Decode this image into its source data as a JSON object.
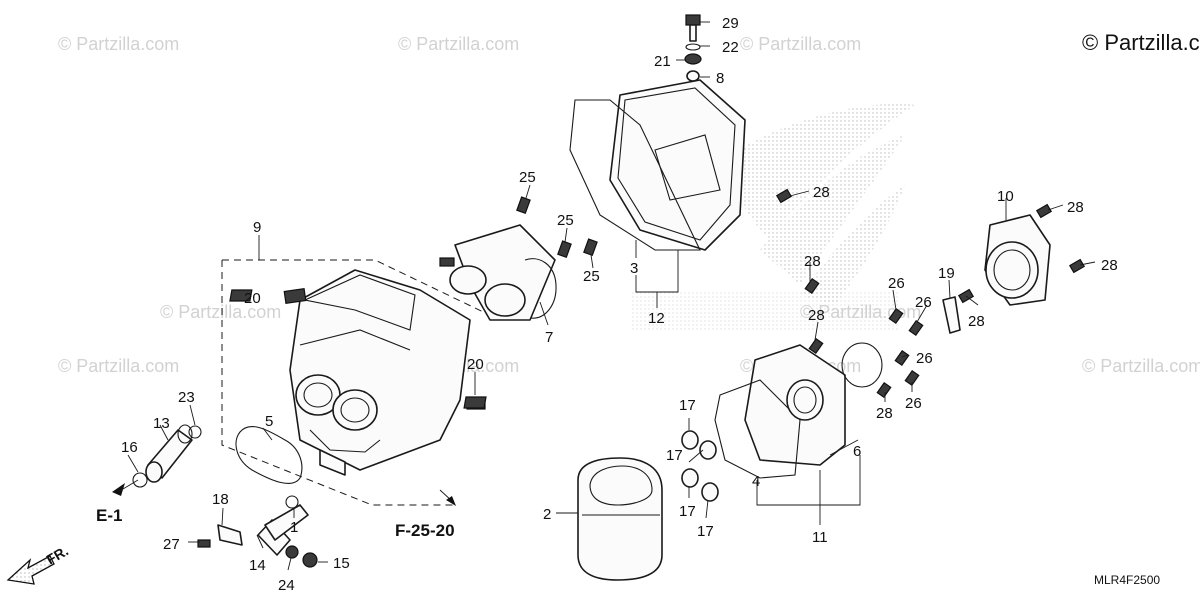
{
  "diagram": {
    "copyright": "© Partzilla.com",
    "watermark": "© Partzilla.com",
    "diagram_code": "MLR4F2500",
    "refs": {
      "e1": "E-1",
      "f2520": "F-25-20"
    },
    "direction_label": "FR.",
    "callouts": {
      "c1": "1",
      "c2": "2",
      "c3": "3",
      "c4": "4",
      "c5": "5",
      "c6": "6",
      "c7": "7",
      "c8": "8",
      "c9": "9",
      "c10": "10",
      "c11": "11",
      "c12": "12",
      "c13": "13",
      "c14": "14",
      "c15": "15",
      "c16": "16",
      "c17a": "17",
      "c17b": "17",
      "c17c": "17",
      "c17d": "17",
      "c18": "18",
      "c19": "19",
      "c20a": "20",
      "c20b": "20",
      "c21": "21",
      "c22": "22",
      "c23": "23",
      "c24": "24",
      "c25a": "25",
      "c25b": "25",
      "c25c": "25",
      "c26a": "26",
      "c26b": "26",
      "c26c": "26",
      "c26d": "26",
      "c27": "27",
      "c28a": "28",
      "c28b": "28",
      "c28c": "28",
      "c28d": "28",
      "c28e": "28",
      "c28f": "28",
      "c29": "29"
    }
  }
}
